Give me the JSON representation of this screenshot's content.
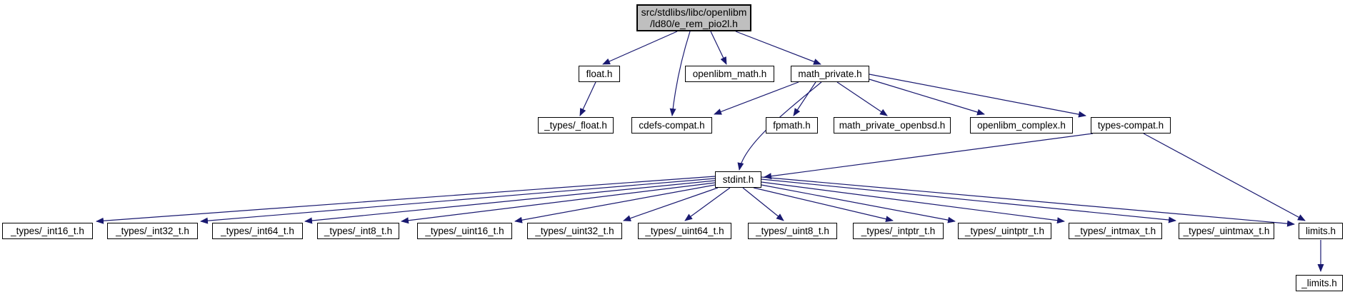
{
  "diagram": {
    "type": "include-dependency-graph",
    "colors": {
      "edge": "#191970",
      "root_fill": "#bfbfbf",
      "node_fill": "#ffffff",
      "border": "#000000"
    },
    "nodes": {
      "root_line1": "src/stdlibs/libc/openlibm",
      "root_line2": "/ld80/e_rem_pio2l.h",
      "float_h": "float.h",
      "openlibm_math_h": "openlibm_math.h",
      "math_private_h": "math_private.h",
      "types_float_h": "_types/_float.h",
      "cdefs_compat_h": "cdefs-compat.h",
      "fpmath_h": "fpmath.h",
      "math_private_openbsd_h": "math_private_openbsd.h",
      "openlibm_complex_h": "openlibm_complex.h",
      "types_compat_h": "types-compat.h",
      "stdint_h": "stdint.h",
      "int16": "_types/_int16_t.h",
      "int32": "_types/_int32_t.h",
      "int64": "_types/_int64_t.h",
      "int8": "_types/_int8_t.h",
      "uint16": "_types/_uint16_t.h",
      "uint32": "_types/_uint32_t.h",
      "uint64": "_types/_uint64_t.h",
      "uint8": "_types/_uint8_t.h",
      "intptr": "_types/_intptr_t.h",
      "uintptr": "_types/_uintptr_t.h",
      "intmax": "_types/_intmax_t.h",
      "uintmax": "_types/_uintmax_t.h",
      "limits_h": "limits.h",
      "limits_underscore_h": "_limits.h"
    },
    "edges": [
      {
        "from": "src/stdlibs/libc/openlibm/ld80/e_rem_pio2l.h",
        "to": "float.h"
      },
      {
        "from": "src/stdlibs/libc/openlibm/ld80/e_rem_pio2l.h",
        "to": "cdefs-compat.h"
      },
      {
        "from": "src/stdlibs/libc/openlibm/ld80/e_rem_pio2l.h",
        "to": "openlibm_math.h"
      },
      {
        "from": "src/stdlibs/libc/openlibm/ld80/e_rem_pio2l.h",
        "to": "math_private.h"
      },
      {
        "from": "float.h",
        "to": "_types/_float.h"
      },
      {
        "from": "math_private.h",
        "to": "cdefs-compat.h"
      },
      {
        "from": "math_private.h",
        "to": "fpmath.h"
      },
      {
        "from": "math_private.h",
        "to": "math_private_openbsd.h"
      },
      {
        "from": "math_private.h",
        "to": "openlibm_complex.h"
      },
      {
        "from": "math_private.h",
        "to": "types-compat.h"
      },
      {
        "from": "math_private.h",
        "to": "stdint.h"
      },
      {
        "from": "types-compat.h",
        "to": "stdint.h"
      },
      {
        "from": "types-compat.h",
        "to": "limits.h"
      },
      {
        "from": "stdint.h",
        "to": "_types/_int16_t.h"
      },
      {
        "from": "stdint.h",
        "to": "_types/_int32_t.h"
      },
      {
        "from": "stdint.h",
        "to": "_types/_int64_t.h"
      },
      {
        "from": "stdint.h",
        "to": "_types/_int8_t.h"
      },
      {
        "from": "stdint.h",
        "to": "_types/_uint16_t.h"
      },
      {
        "from": "stdint.h",
        "to": "_types/_uint32_t.h"
      },
      {
        "from": "stdint.h",
        "to": "_types/_uint64_t.h"
      },
      {
        "from": "stdint.h",
        "to": "_types/_uint8_t.h"
      },
      {
        "from": "stdint.h",
        "to": "_types/_intptr_t.h"
      },
      {
        "from": "stdint.h",
        "to": "_types/_uintptr_t.h"
      },
      {
        "from": "stdint.h",
        "to": "_types/_intmax_t.h"
      },
      {
        "from": "stdint.h",
        "to": "_types/_uintmax_t.h"
      },
      {
        "from": "stdint.h",
        "to": "limits.h"
      },
      {
        "from": "limits.h",
        "to": "_limits.h"
      }
    ]
  }
}
